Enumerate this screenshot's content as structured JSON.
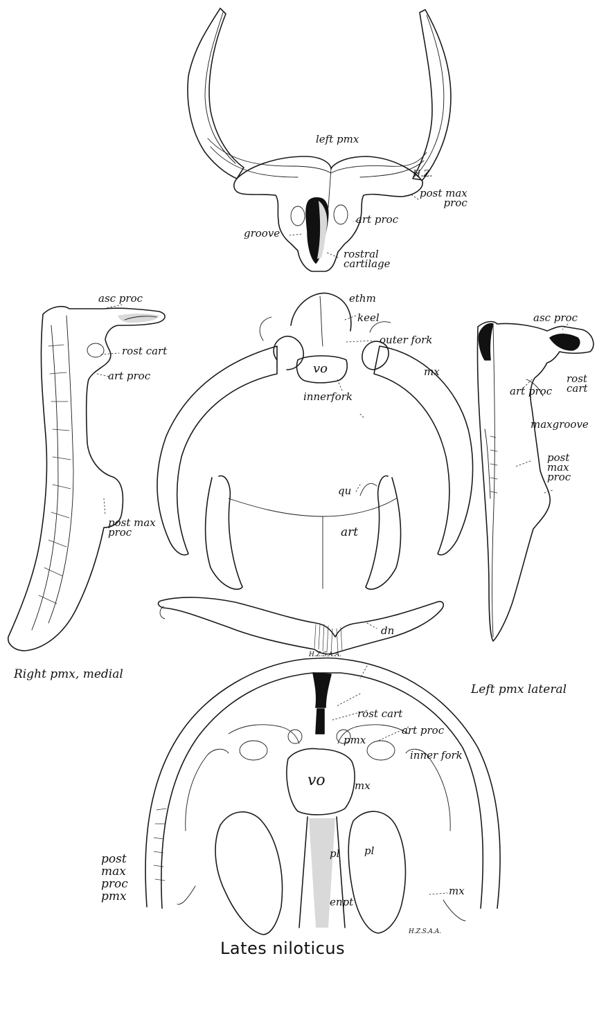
{
  "figure": {
    "title": "Lates niloticus",
    "top_view": {
      "labels": {
        "left_pmx": "left pmx",
        "post_max_proc": "post max\nproc",
        "art_proc": "art proc",
        "groove": "groove",
        "rostral_cartilage": "rostral\ncartilage",
        "artist": "H.Z."
      }
    },
    "right_pmx_medial": {
      "caption": "Right pmx, medial",
      "labels": {
        "asc_proc": "asc proc",
        "rost_cart": "rost cart",
        "art_proc": "art proc",
        "post_max_proc": "post max\nproc"
      }
    },
    "center_view": {
      "labels": {
        "ethm": "ethm",
        "keel": "keel",
        "outer_fork": "outer fork",
        "vo": "vo",
        "mx": "mx",
        "inner_fork": "innerfork",
        "qu": "qu",
        "art": "art",
        "dn": "dn",
        "artist": "H.Z.S.A.A."
      }
    },
    "left_pmx_lateral": {
      "caption": "Left pmx lateral",
      "labels": {
        "asc_proc": "asc proc",
        "art_proc": "art proc",
        "rost_cart": "rost\ncart",
        "max_groove": "maxgroove",
        "post_max_proc": "post\nmax\nproc"
      }
    },
    "bottom_view": {
      "labels": {
        "rost_cart": "rost cart",
        "pmx": "pmx",
        "art_proc": "art proc",
        "inner_fork": "inner fork",
        "mx_inner": "mx",
        "vo": "vo",
        "pl_left": "pl",
        "pl_right": "pl",
        "post_max_proc_pmx": "post\nmax\nproc\npmx",
        "mx_outer": "mx",
        "enpt": "enpt",
        "artist": "H.Z.S.A.A."
      }
    }
  }
}
